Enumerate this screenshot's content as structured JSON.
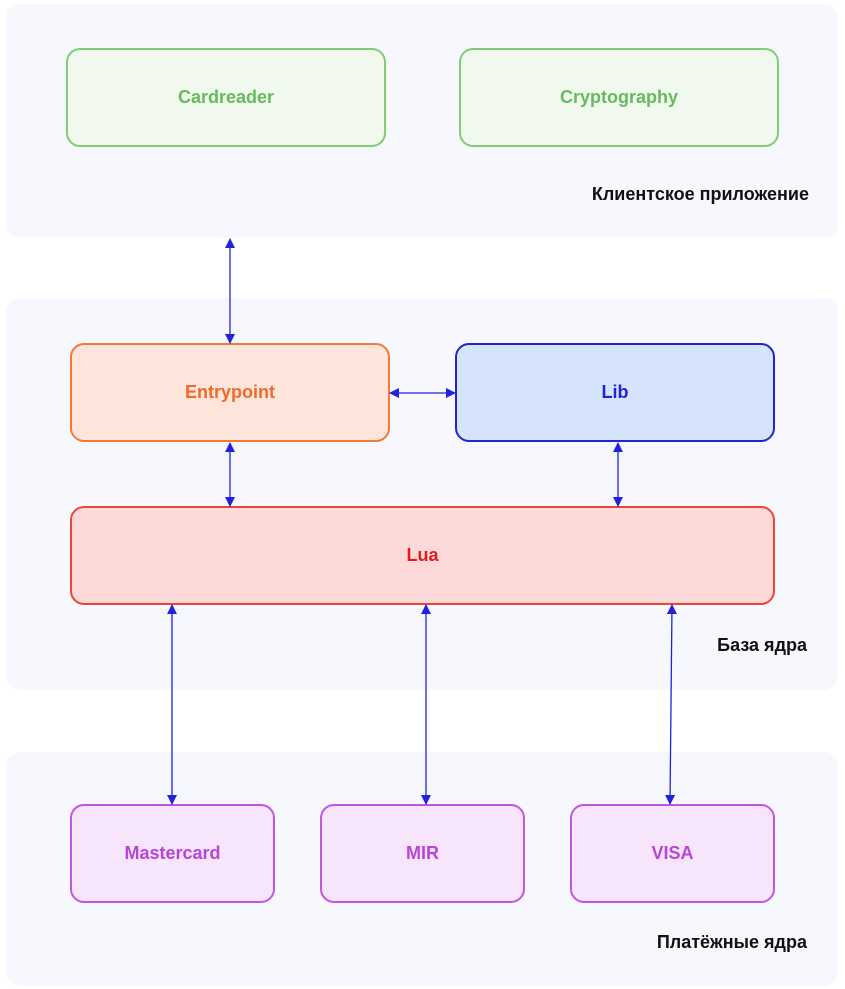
{
  "groups": {
    "client_app": {
      "label": "Клиентское приложение"
    },
    "kernel_base": {
      "label": "База ядра"
    },
    "payment_kernels": {
      "label": "Платёжные ядра"
    }
  },
  "nodes": {
    "cardreader": "Cardreader",
    "cryptography": "Cryptography",
    "entrypoint": "Entrypoint",
    "lib": "Lib",
    "lua": "Lua",
    "mastercard": "Mastercard",
    "mir": "MIR",
    "visa": "VISA"
  },
  "colors": {
    "arrow": "#2222dd",
    "group_background": "#f6f8fd",
    "client_nodes": "#66bb5e",
    "entrypoint": "#ee6a2a",
    "lib": "#2424cc",
    "lua": "#e01c1c",
    "payment_nodes": "#b845d6"
  },
  "edges": [
    {
      "from": "client_app",
      "to": "entrypoint",
      "bidirectional": true
    },
    {
      "from": "entrypoint",
      "to": "lib",
      "bidirectional": true
    },
    {
      "from": "entrypoint",
      "to": "lua",
      "bidirectional": true
    },
    {
      "from": "lib",
      "to": "lua",
      "bidirectional": true
    },
    {
      "from": "lua",
      "to": "mastercard",
      "bidirectional": true
    },
    {
      "from": "lua",
      "to": "mir",
      "bidirectional": true
    },
    {
      "from": "lua",
      "to": "visa",
      "bidirectional": true
    }
  ]
}
